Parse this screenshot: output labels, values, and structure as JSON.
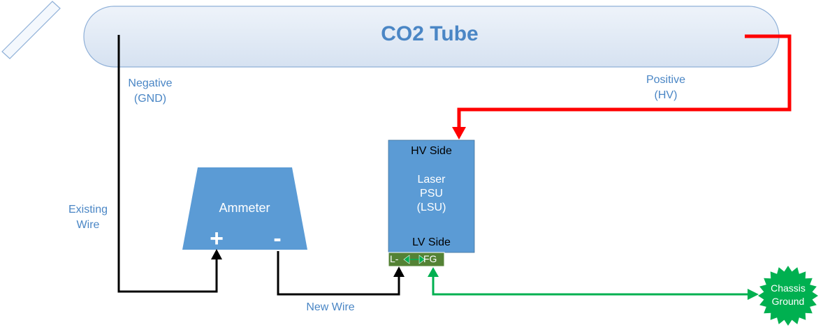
{
  "tube": {
    "title": "CO2 Tube"
  },
  "labels": {
    "negative_line1": "Negative",
    "negative_line2": "(GND)",
    "positive_line1": "Positive",
    "positive_line2": "(HV)",
    "existing_line1": "Existing",
    "existing_line2": "Wire",
    "new_wire": "New Wire"
  },
  "ammeter": {
    "title": "Ammeter",
    "plus": "+",
    "minus": "-"
  },
  "psu": {
    "hv_side": "HV Side",
    "line1": "Laser",
    "line2": "PSU",
    "line3": "(LSU)",
    "lv_side": "LV Side",
    "terminal_left": "L-",
    "terminal_right": "FG"
  },
  "ground": {
    "line1": "Chassis",
    "line2": "Ground"
  },
  "colors": {
    "tube_fill": "#dde6f2",
    "tube_stroke": "#8fb0d8",
    "box_fill": "#5b9bd5",
    "terminal_fill": "#548235",
    "hv_wire": "#ff0000",
    "ground_wire": "#00b050",
    "label_text": "#4a86c5"
  }
}
